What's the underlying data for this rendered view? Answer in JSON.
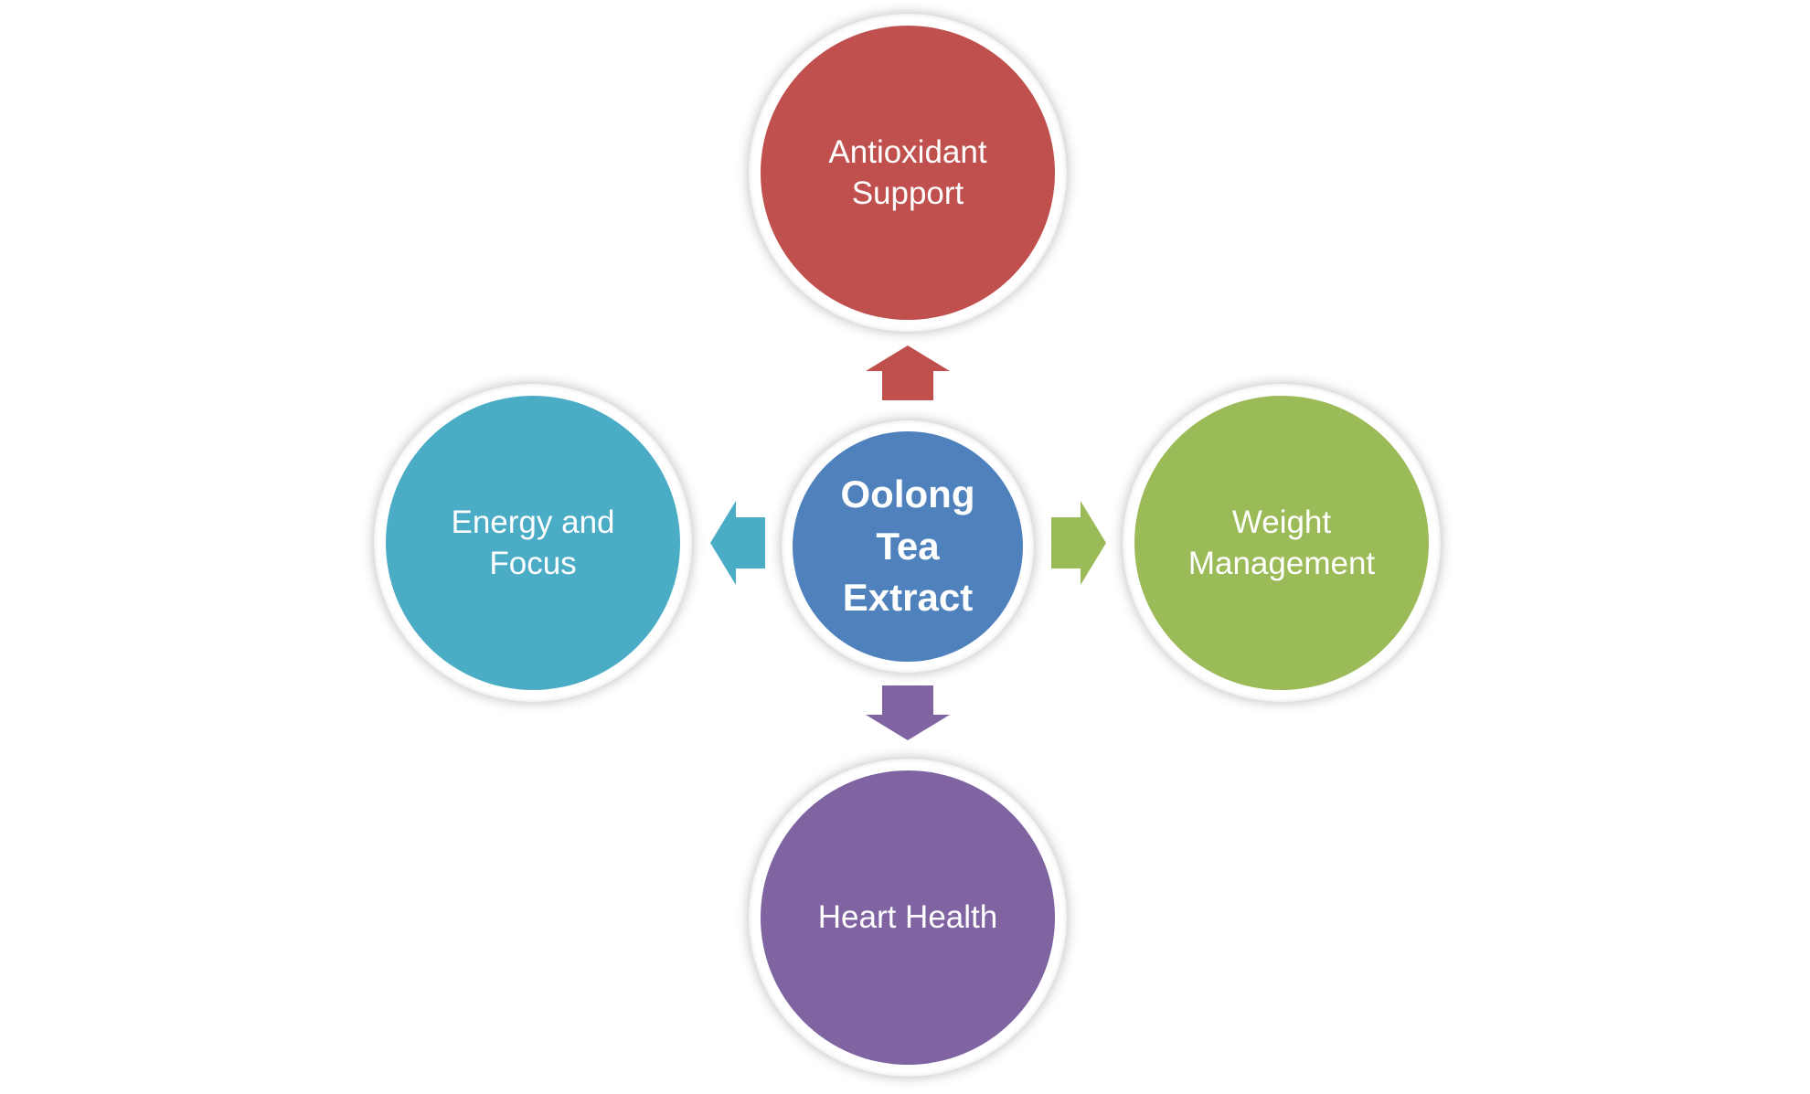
{
  "diagram": {
    "center": {
      "label": "Oolong\nTea\nExtract",
      "color": "#4f81bd"
    },
    "nodes": [
      {
        "id": "top",
        "label": "Antioxidant\nSupport",
        "color": "#c0504d"
      },
      {
        "id": "right",
        "label": "Weight\nManagement",
        "color": "#9bbb59"
      },
      {
        "id": "bottom",
        "label": "Heart Health",
        "color": "#8064a2"
      },
      {
        "id": "left",
        "label": "Energy and\nFocus",
        "color": "#4bacc6"
      }
    ]
  }
}
